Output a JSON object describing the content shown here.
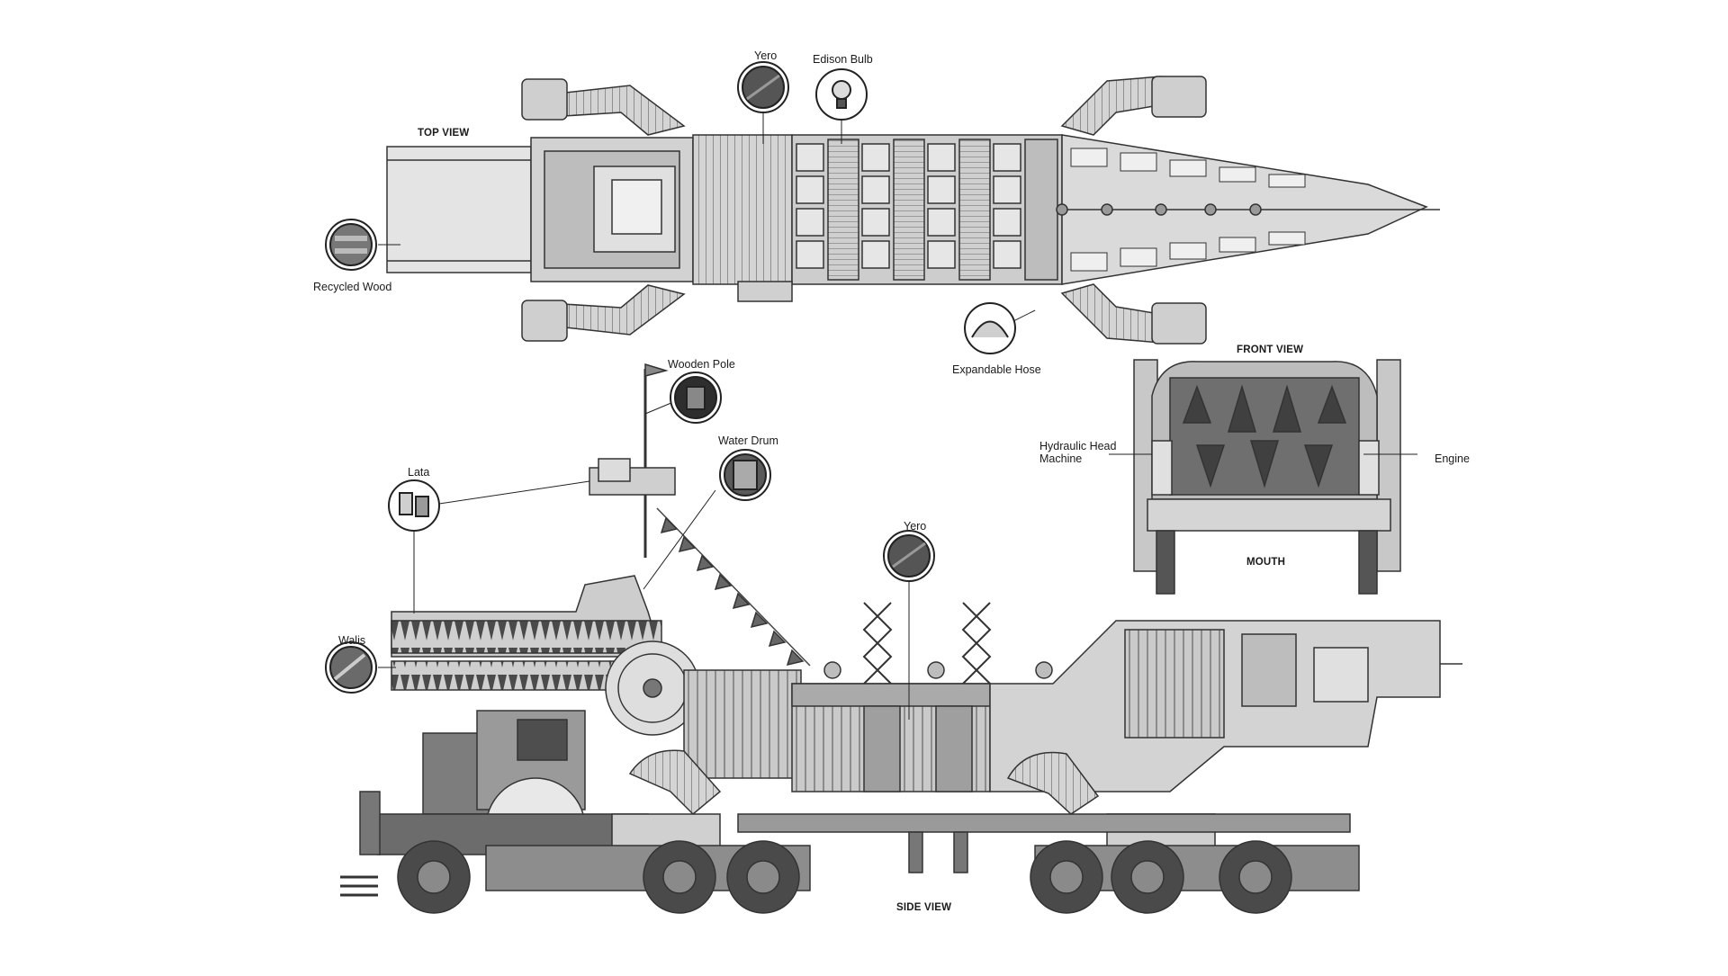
{
  "views": {
    "top": "TOP VIEW",
    "front": "FRONT VIEW",
    "side": "SIDE VIEW",
    "mouth": "MOUTH"
  },
  "callouts": {
    "yero_top": "Yero",
    "edison_bulb": "Edison Bulb",
    "recycled_wood": "Recycled Wood",
    "expandable_hose": "Expandable Hose",
    "wooden_pole": "Wooden Pole",
    "water_drum": "Water Drum",
    "lata": "Lata",
    "walis": "Walis",
    "yero_side": "Yero",
    "hydraulic_head_machine": "Hydraulic Head Machine",
    "engine": "Engine"
  },
  "colors": {
    "line": "#333333",
    "body_light": "#d9d9d9",
    "body_mid": "#bdbdbd",
    "body_dark": "#5a5a5a",
    "tire": "#4a4a4a"
  }
}
